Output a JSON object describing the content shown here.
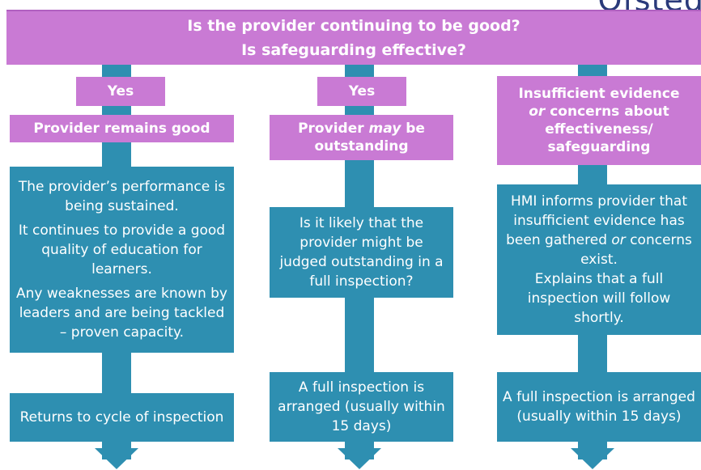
{
  "logo": "Ofsted",
  "header": {
    "line1": "Is the provider continuing to be good?",
    "line2": "Is safeguarding effective?"
  },
  "col1": {
    "answer": "Yes",
    "outcome": "Provider remains good",
    "details": [
      "The provider’s performance is being sustained.",
      "It continues to provide a good quality of education for learners.",
      "Any weaknesses are known by leaders and are being tackled – proven capacity."
    ],
    "next": "Returns to cycle of inspection"
  },
  "col2": {
    "answer": "Yes",
    "outcome_pre": "Provider ",
    "outcome_em": "may",
    "outcome_post": " be outstanding",
    "detail": "Is it likely that the provider might be judged outstanding in a full inspection?",
    "next": "A full inspection is arranged (usually within 15 days)"
  },
  "col3": {
    "outcome_line1": "Insufficient evidence",
    "outcome_em": "or",
    "outcome_line2": " concerns about effectiveness/ safeguarding",
    "detail_pre": "HMI informs provider that insufficient evidence has been gathered ",
    "detail_em": "or",
    "detail_post": " concerns exist.",
    "detail2": "Explains that a full inspection will follow shortly.",
    "next": "A full inspection is arranged  (usually within 15 days)"
  },
  "colors": {
    "pink": "#c97ad4",
    "blue": "#2e8fb1"
  }
}
